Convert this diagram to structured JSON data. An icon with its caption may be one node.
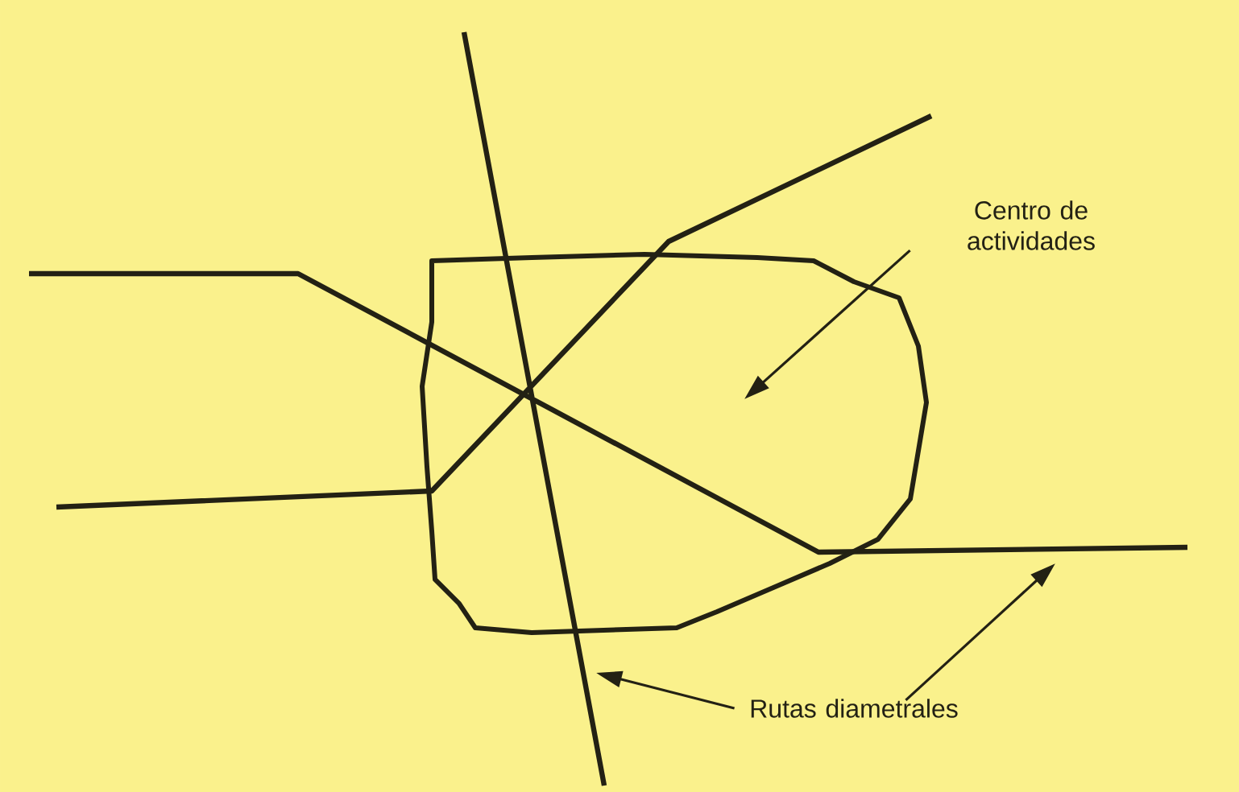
{
  "diagram": {
    "nodes": [
      {
        "text": [
          "Centro de actividades"
        ]
      },
      {
        "text": [],
        "shape": "blob"
      },
      {
        "text": [
          "Rutas diametrales"
        ]
      }
    ],
    "edges": [
      {
        "from": 0,
        "to": 1,
        "arrow": "to"
      },
      {
        "from": 2,
        "to": null,
        "arrow": "to"
      },
      {
        "from": 2,
        "to": null,
        "arrow": "to"
      }
    ]
  }
}
